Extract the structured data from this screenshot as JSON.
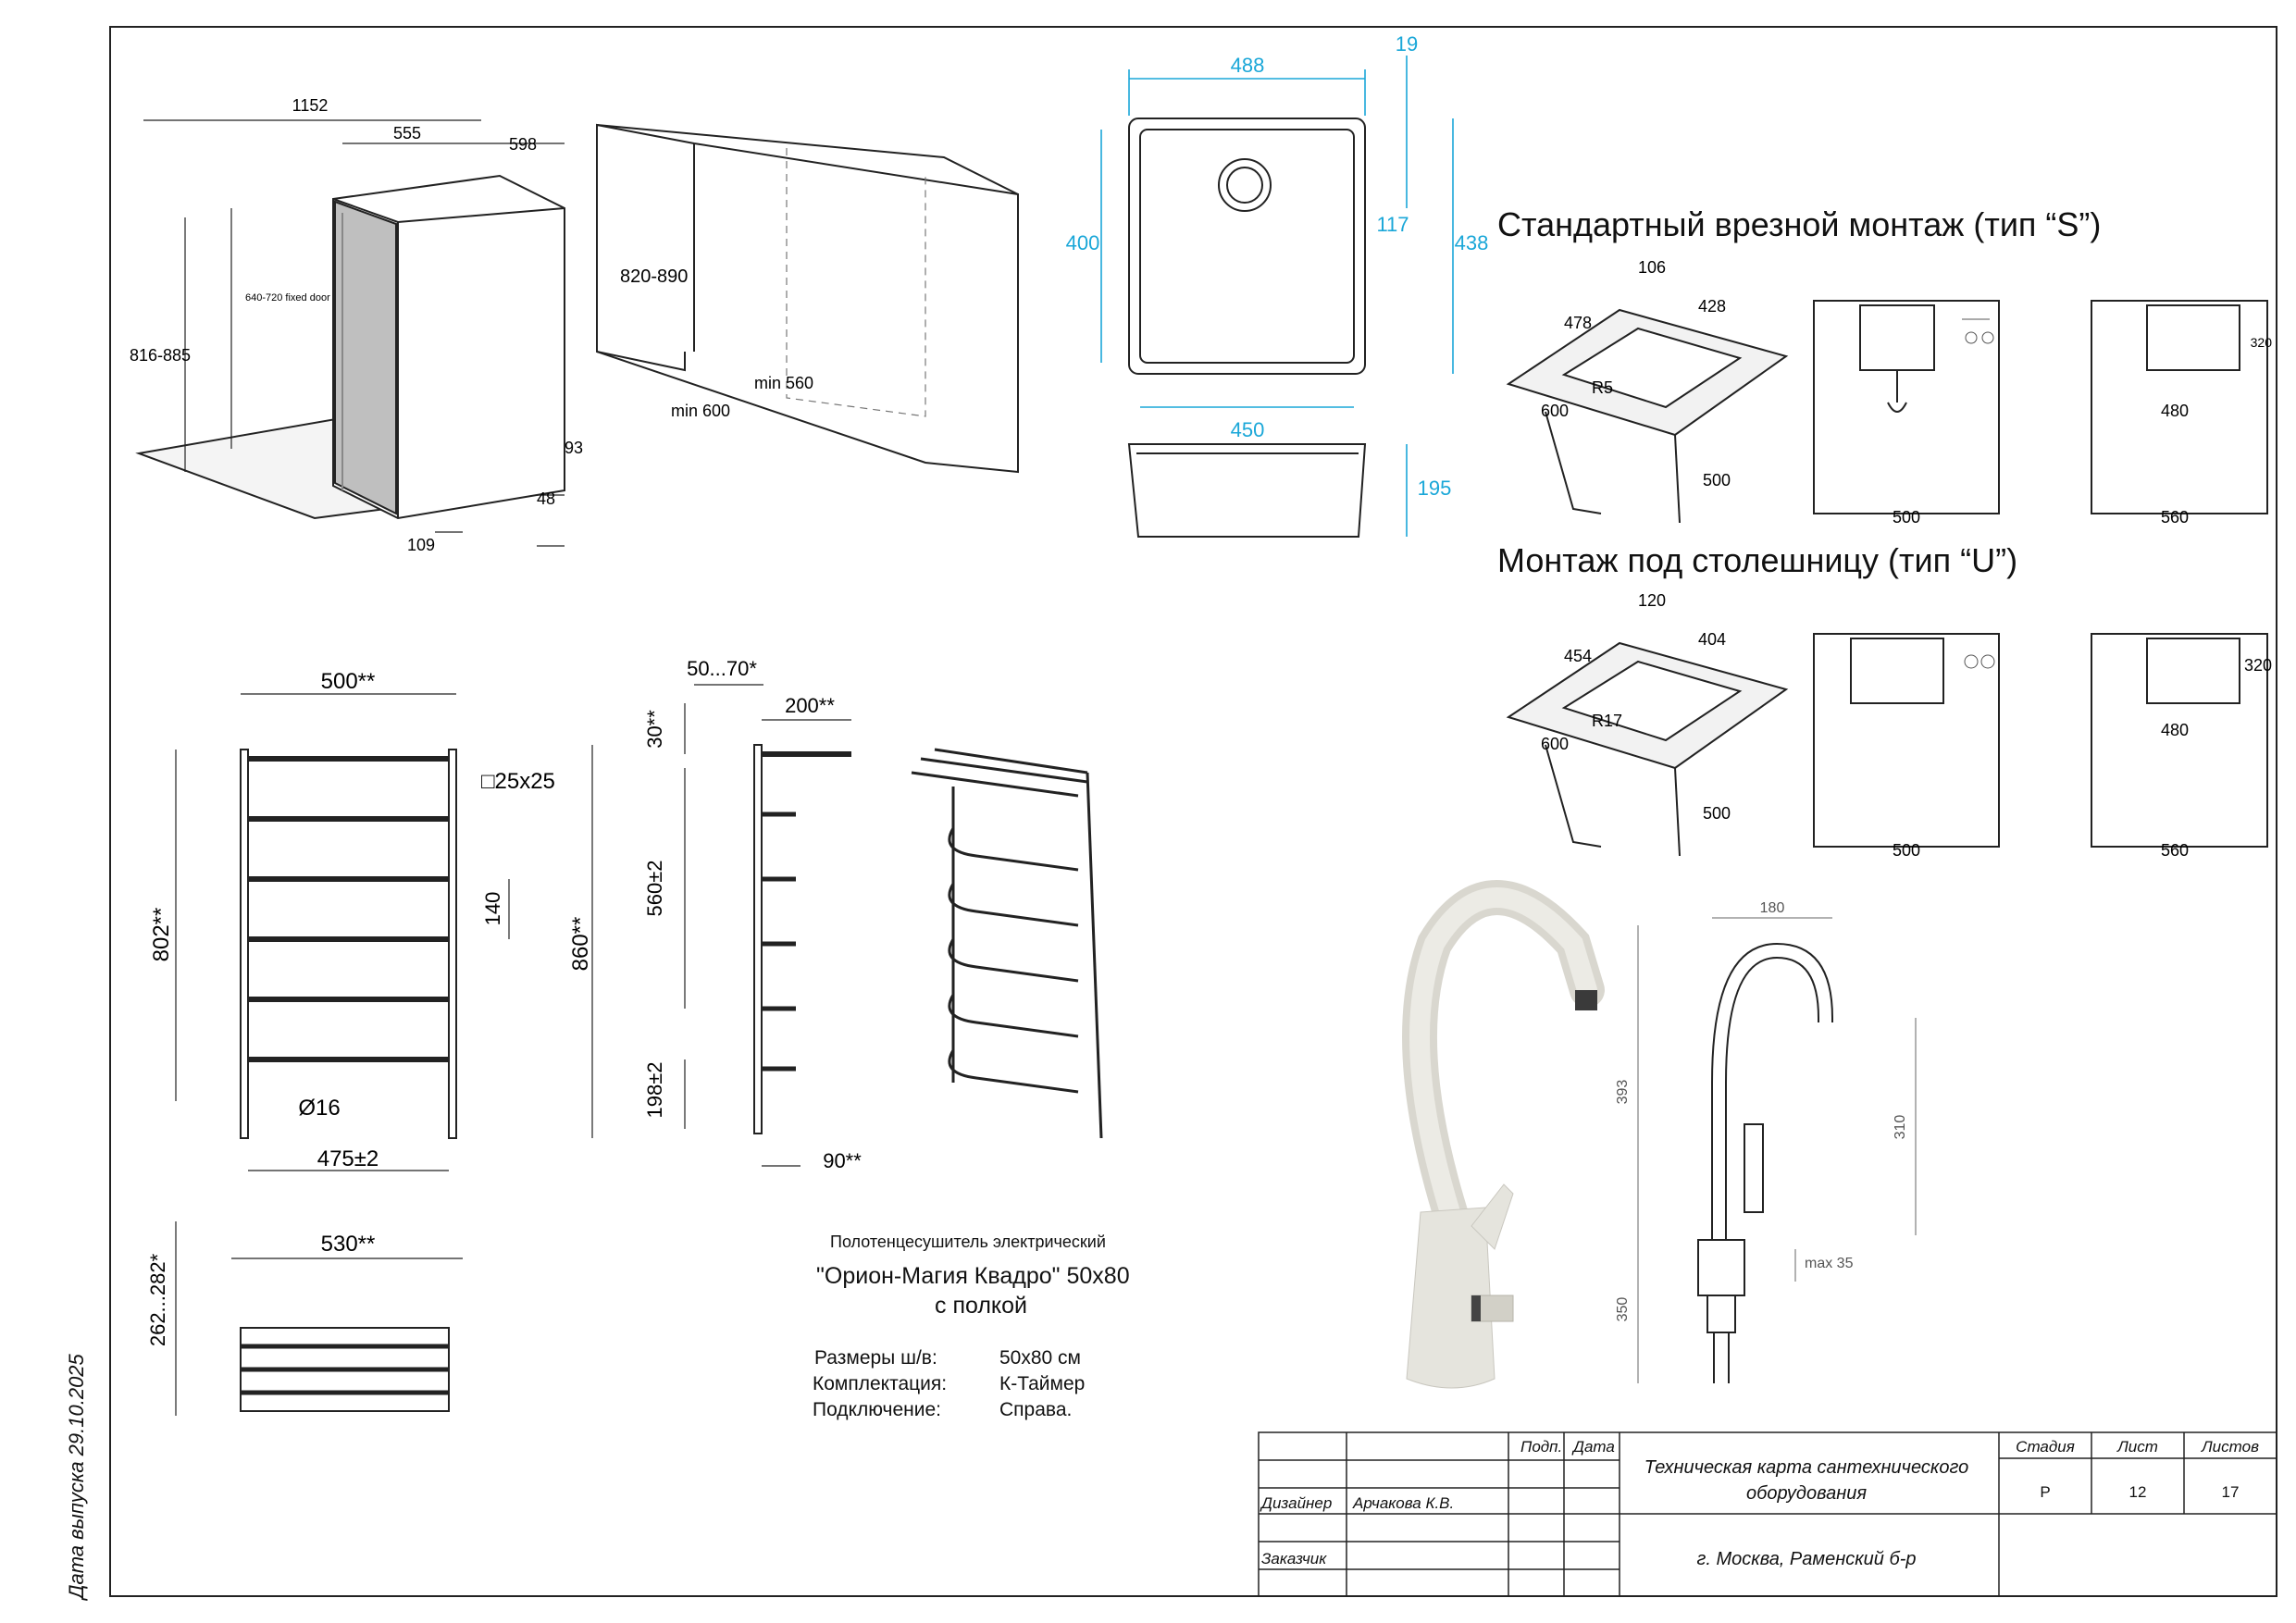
{
  "issue_date": "Дата выпуска  29.10.2025",
  "dishwasher": {
    "dims": [
      "1152",
      "555",
      "598",
      "640-720 fixed door",
      "816-885",
      "820-890",
      "min 560",
      "min 600",
      "93",
      "48",
      "109"
    ]
  },
  "sink_plan": {
    "dims": [
      "488",
      "19",
      "400",
      "117",
      "438",
      "450",
      "195"
    ]
  },
  "mount_s": {
    "title": "Стандартный врезной монтаж (тип “S”)",
    "dims": [
      "106",
      "478",
      "428",
      "R5",
      "600",
      "500",
      "500",
      "480",
      "560",
      "320"
    ]
  },
  "mount_u": {
    "title": "Монтаж под столешницу (тип “U”)",
    "dims": [
      "120",
      "454",
      "404",
      "R17",
      "600",
      "500",
      "500",
      "480",
      "560",
      "320"
    ]
  },
  "towel_dryer": {
    "dims": [
      "500**",
      "□25x25",
      "802**",
      "860**",
      "140",
      "Ø16",
      "475±2",
      "530**",
      "262...282*",
      "50...70*",
      "200**",
      "30**",
      "560±2",
      "198±2",
      "90**"
    ],
    "caption": "Полотенцесушитель электрический",
    "model": "\"Орион-Магия Квадро\" 50x80",
    "model_sub": "с полкой",
    "specs": [
      {
        "label": "Размеры ш/в:",
        "value": "50x80 см"
      },
      {
        "label": "Комплектация:",
        "value": "К-Таймер"
      },
      {
        "label": "Подключение:",
        "value": "Справа."
      }
    ]
  },
  "faucet": {
    "dims": [
      "180",
      "393",
      "310",
      "max 35",
      "350"
    ]
  },
  "title_block": {
    "col_sign": "Подп.",
    "col_date": "Дата",
    "designer_label": "Дизайнер",
    "designer_name": "Арчакова К.В.",
    "customer_label": "Заказчик",
    "doc_title": "Техническая карта сантехнического оборудования",
    "address": "г. Москва, Раменский б-р",
    "stage_label": "Стадия",
    "stage_value": "Р",
    "sheet_label": "Лист",
    "sheet_value": "12",
    "sheets_label": "Листов",
    "sheets_value": "17"
  },
  "colors": {
    "dimension_cyan": "#1aa7d8",
    "line": "#222222"
  }
}
